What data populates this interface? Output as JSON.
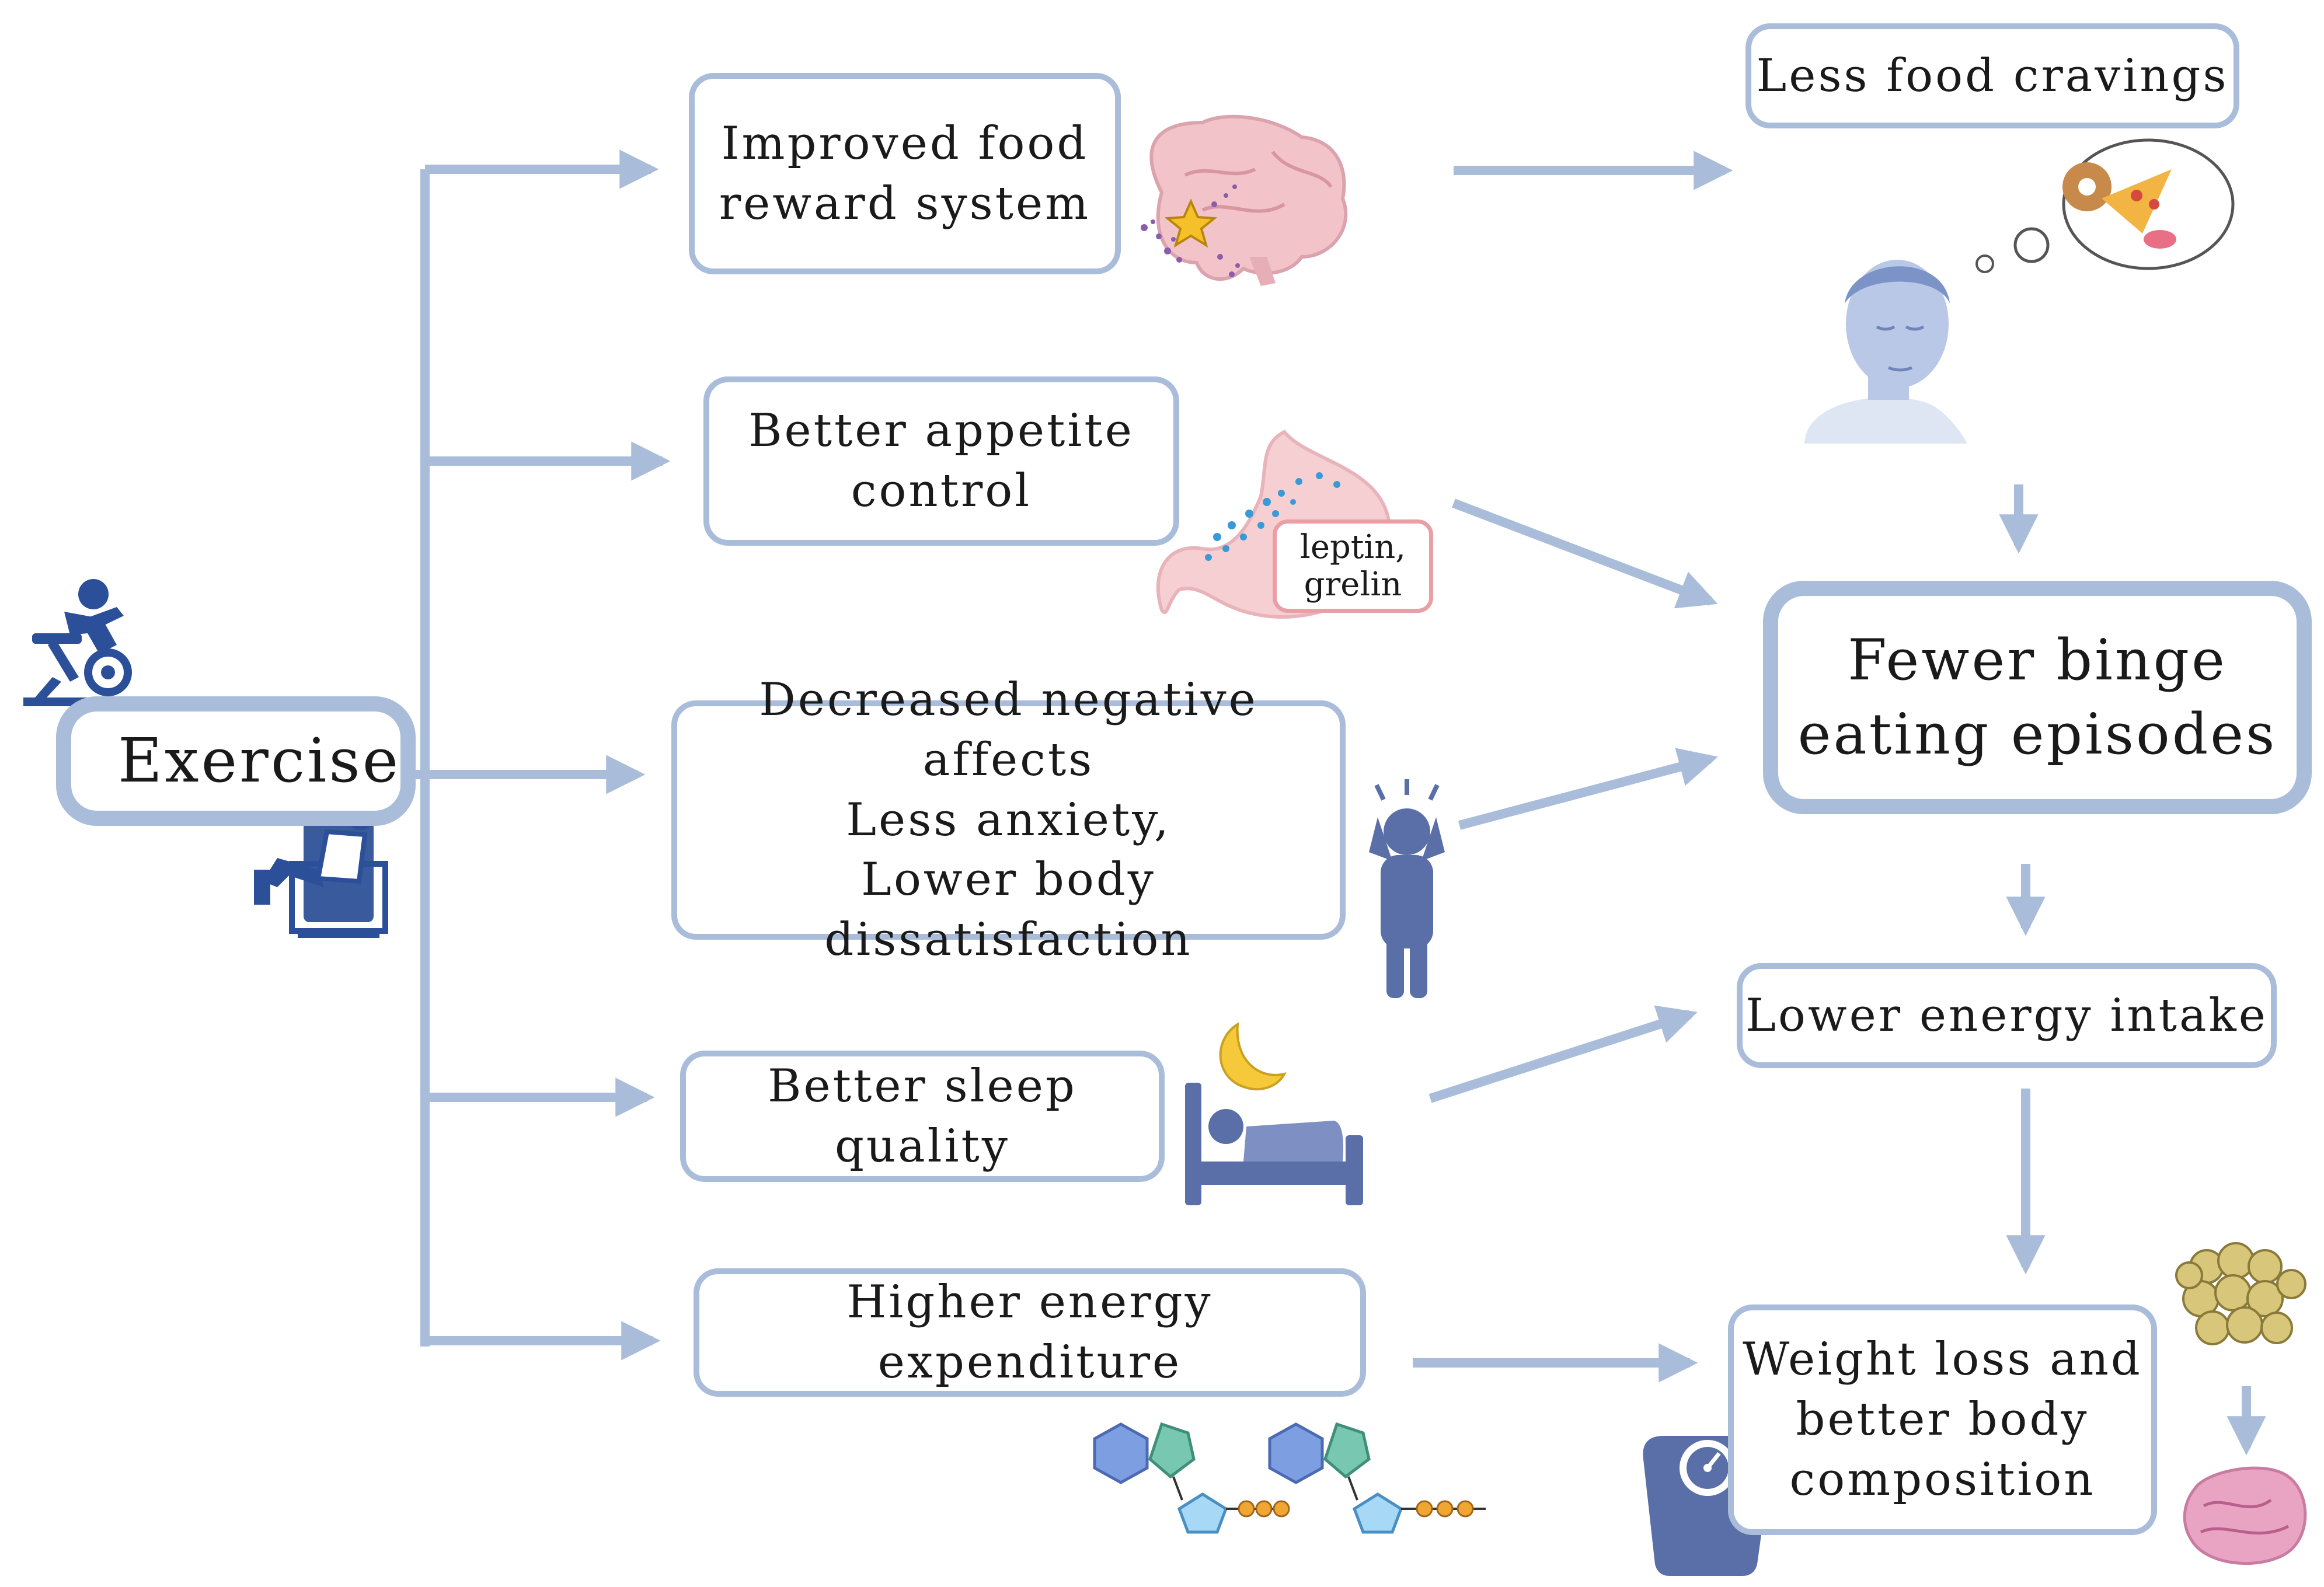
{
  "colors": {
    "arrow": "#a9bddb",
    "box_border": "#a9bddb",
    "icon_blue": "#5a6fa8",
    "brain_pink": "#efb6be"
  },
  "nodes": {
    "exercise": "Exercise",
    "food_reward": "Improved food\nreward system",
    "appetite": "Better appetite\ncontrol",
    "negative_affects": "Decreased negative affects\nLess anxiety,\nLower body dissatisfaction",
    "sleep": "Better sleep quality",
    "energy_expenditure": "Higher energy expenditure",
    "cravings": "Less food cravings",
    "binge": "Fewer binge\neating episodes",
    "energy_intake": "Lower energy intake",
    "weight_loss": "Weight loss and\nbetter body\ncomposition",
    "hormones": "leptin,\ngrelin"
  },
  "icons": [
    "cyclist-icon",
    "leg-press-icon",
    "brain-icon",
    "thinking-person-icon",
    "stomach-icon",
    "stressed-person-icon",
    "moon-icon",
    "sleeping-bed-icon",
    "atp-molecule-icon",
    "weighing-scale-icon",
    "fat-cells-icon",
    "muscle-tissue-icon"
  ]
}
